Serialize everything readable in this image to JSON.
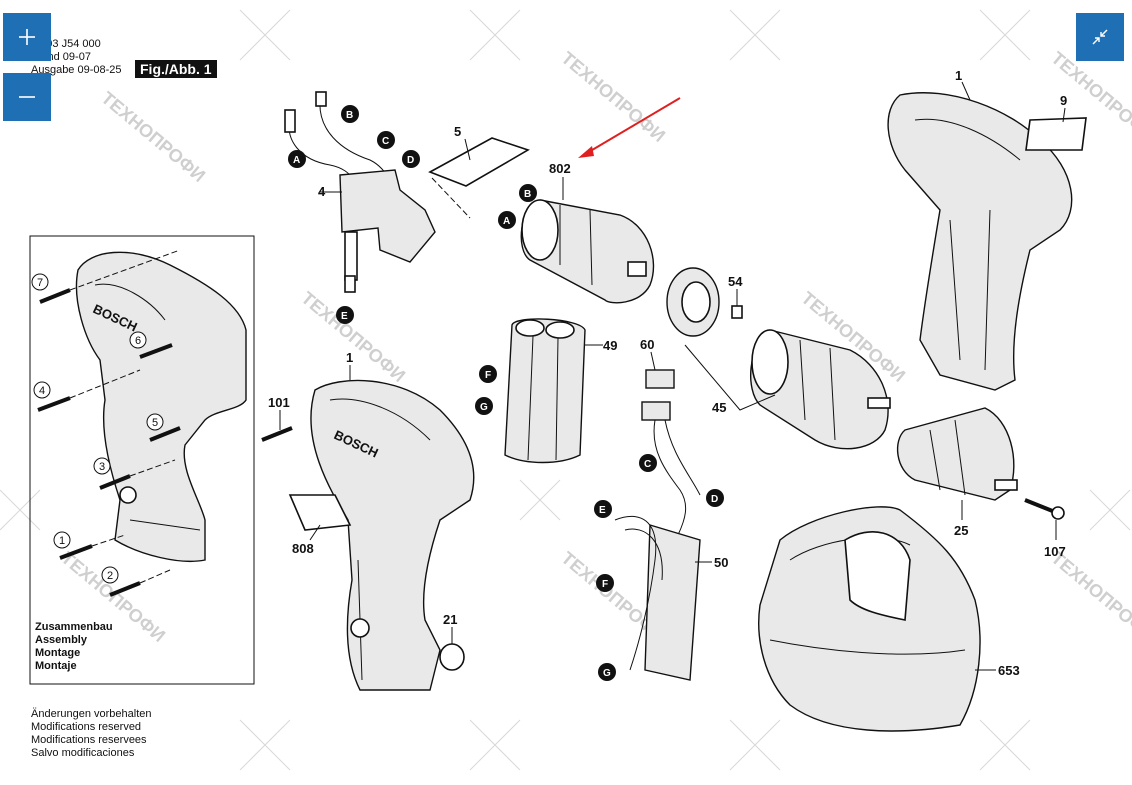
{
  "header": {
    "line1": "0 603 J54 000",
    "line2": "Stand   09-07",
    "line3": "Ausgabe 09-08-25",
    "fig_label": "Fig./Abb. 1"
  },
  "controls": {
    "zoom_in_icon": "plus-icon",
    "zoom_out_icon": "minus-icon",
    "exit_fullscreen_icon": "collapse-arrows-icon",
    "accent_color": "#1f6fb5"
  },
  "watermark": "ТЕХНОПРОФИ",
  "part_numbers": {
    "p1_top": "1",
    "p9": "9",
    "p5": "5",
    "p802": "802",
    "p4": "4",
    "p54": "54",
    "p49": "49",
    "p60": "60",
    "p45": "45",
    "p101": "101",
    "p1_mid": "1",
    "p808": "808",
    "p21": "21",
    "p50": "50",
    "p25": "25",
    "p107": "107",
    "p653": "653"
  },
  "badges": {
    "a1": "A",
    "b1": "B",
    "c1": "C",
    "d1": "D",
    "e1": "E",
    "a2": "A",
    "b2": "B",
    "f1": "F",
    "g1": "G",
    "c2": "C",
    "d2": "D",
    "e2": "E",
    "f2": "F",
    "g2": "G"
  },
  "steps": {
    "s1": "1",
    "s2": "2",
    "s3": "3",
    "s4": "4",
    "s5": "5",
    "s6": "6",
    "s7": "7"
  },
  "brand": "BOSCH",
  "assembly": {
    "de": "Zusammenbau",
    "en": "Assembly",
    "fr": "Montage",
    "es": "Montaje"
  },
  "notes": {
    "de": "Änderungen vorbehalten",
    "en": "Modifications reserved",
    "fr": "Modifications reservees",
    "es": "Salvo modificaciones"
  }
}
